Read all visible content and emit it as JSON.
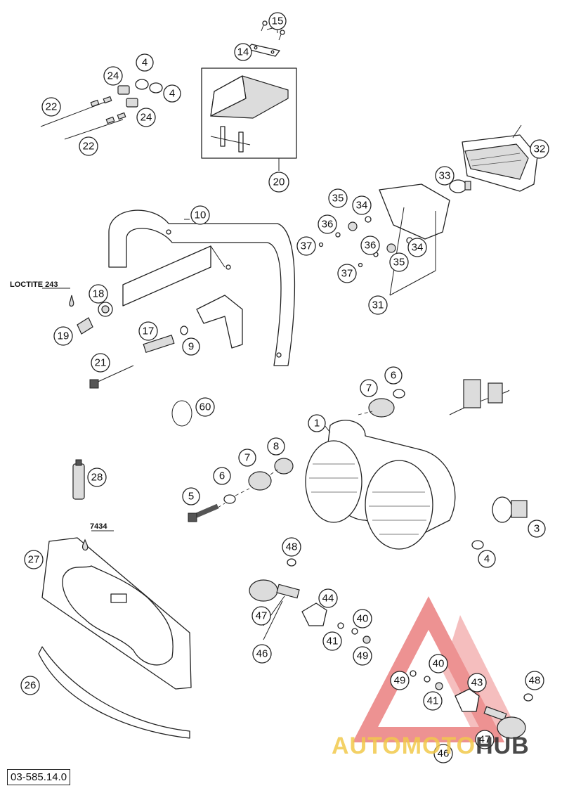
{
  "callouts": [
    {
      "id": "c15",
      "label": "15"
    },
    {
      "id": "c14",
      "label": "14"
    },
    {
      "id": "c20",
      "label": "20"
    },
    {
      "id": "c4a",
      "label": "4"
    },
    {
      "id": "c24a",
      "label": "24"
    },
    {
      "id": "c4b",
      "label": "4"
    },
    {
      "id": "c22a",
      "label": "22"
    },
    {
      "id": "c24b",
      "label": "24"
    },
    {
      "id": "c22b",
      "label": "22"
    },
    {
      "id": "c32",
      "label": "32"
    },
    {
      "id": "c33",
      "label": "33"
    },
    {
      "id": "c35a",
      "label": "35"
    },
    {
      "id": "c34a",
      "label": "34"
    },
    {
      "id": "c36a",
      "label": "36"
    },
    {
      "id": "c37a",
      "label": "37"
    },
    {
      "id": "c36b",
      "label": "36"
    },
    {
      "id": "c34b",
      "label": "34"
    },
    {
      "id": "c35b",
      "label": "35"
    },
    {
      "id": "c37b",
      "label": "37"
    },
    {
      "id": "c31",
      "label": "31"
    },
    {
      "id": "c10",
      "label": "10"
    },
    {
      "id": "c18",
      "label": "18"
    },
    {
      "id": "c19",
      "label": "19"
    },
    {
      "id": "c17",
      "label": "17"
    },
    {
      "id": "c9",
      "label": "9"
    },
    {
      "id": "c21",
      "label": "21"
    },
    {
      "id": "c60",
      "label": "60"
    },
    {
      "id": "c6a",
      "label": "6"
    },
    {
      "id": "c7a",
      "label": "7"
    },
    {
      "id": "c1",
      "label": "1"
    },
    {
      "id": "c8",
      "label": "8"
    },
    {
      "id": "c7b",
      "label": "7"
    },
    {
      "id": "c6b",
      "label": "6"
    },
    {
      "id": "c5",
      "label": "5"
    },
    {
      "id": "c28",
      "label": "28"
    },
    {
      "id": "c3",
      "label": "3"
    },
    {
      "id": "c4c",
      "label": "4"
    },
    {
      "id": "c27",
      "label": "27"
    },
    {
      "id": "c48a",
      "label": "48"
    },
    {
      "id": "c44",
      "label": "44"
    },
    {
      "id": "c47a",
      "label": "47"
    },
    {
      "id": "c40a",
      "label": "40"
    },
    {
      "id": "c41a",
      "label": "41"
    },
    {
      "id": "c46a",
      "label": "46"
    },
    {
      "id": "c49a",
      "label": "49"
    },
    {
      "id": "c26",
      "label": "26"
    },
    {
      "id": "c40b",
      "label": "40"
    },
    {
      "id": "c49b",
      "label": "49"
    },
    {
      "id": "c43",
      "label": "43"
    },
    {
      "id": "c48b",
      "label": "48"
    },
    {
      "id": "c41b",
      "label": "41"
    },
    {
      "id": "c47b",
      "label": "47"
    },
    {
      "id": "c46b",
      "label": "46"
    }
  ],
  "notes": {
    "loctite": "LOCTITE 243",
    "code_7434": "7434"
  },
  "document_number": "03-585.14.0",
  "watermark": {
    "part1": "AUTOMOTO",
    "part2": "HUB",
    "triangle_color": "#e03a3a"
  }
}
